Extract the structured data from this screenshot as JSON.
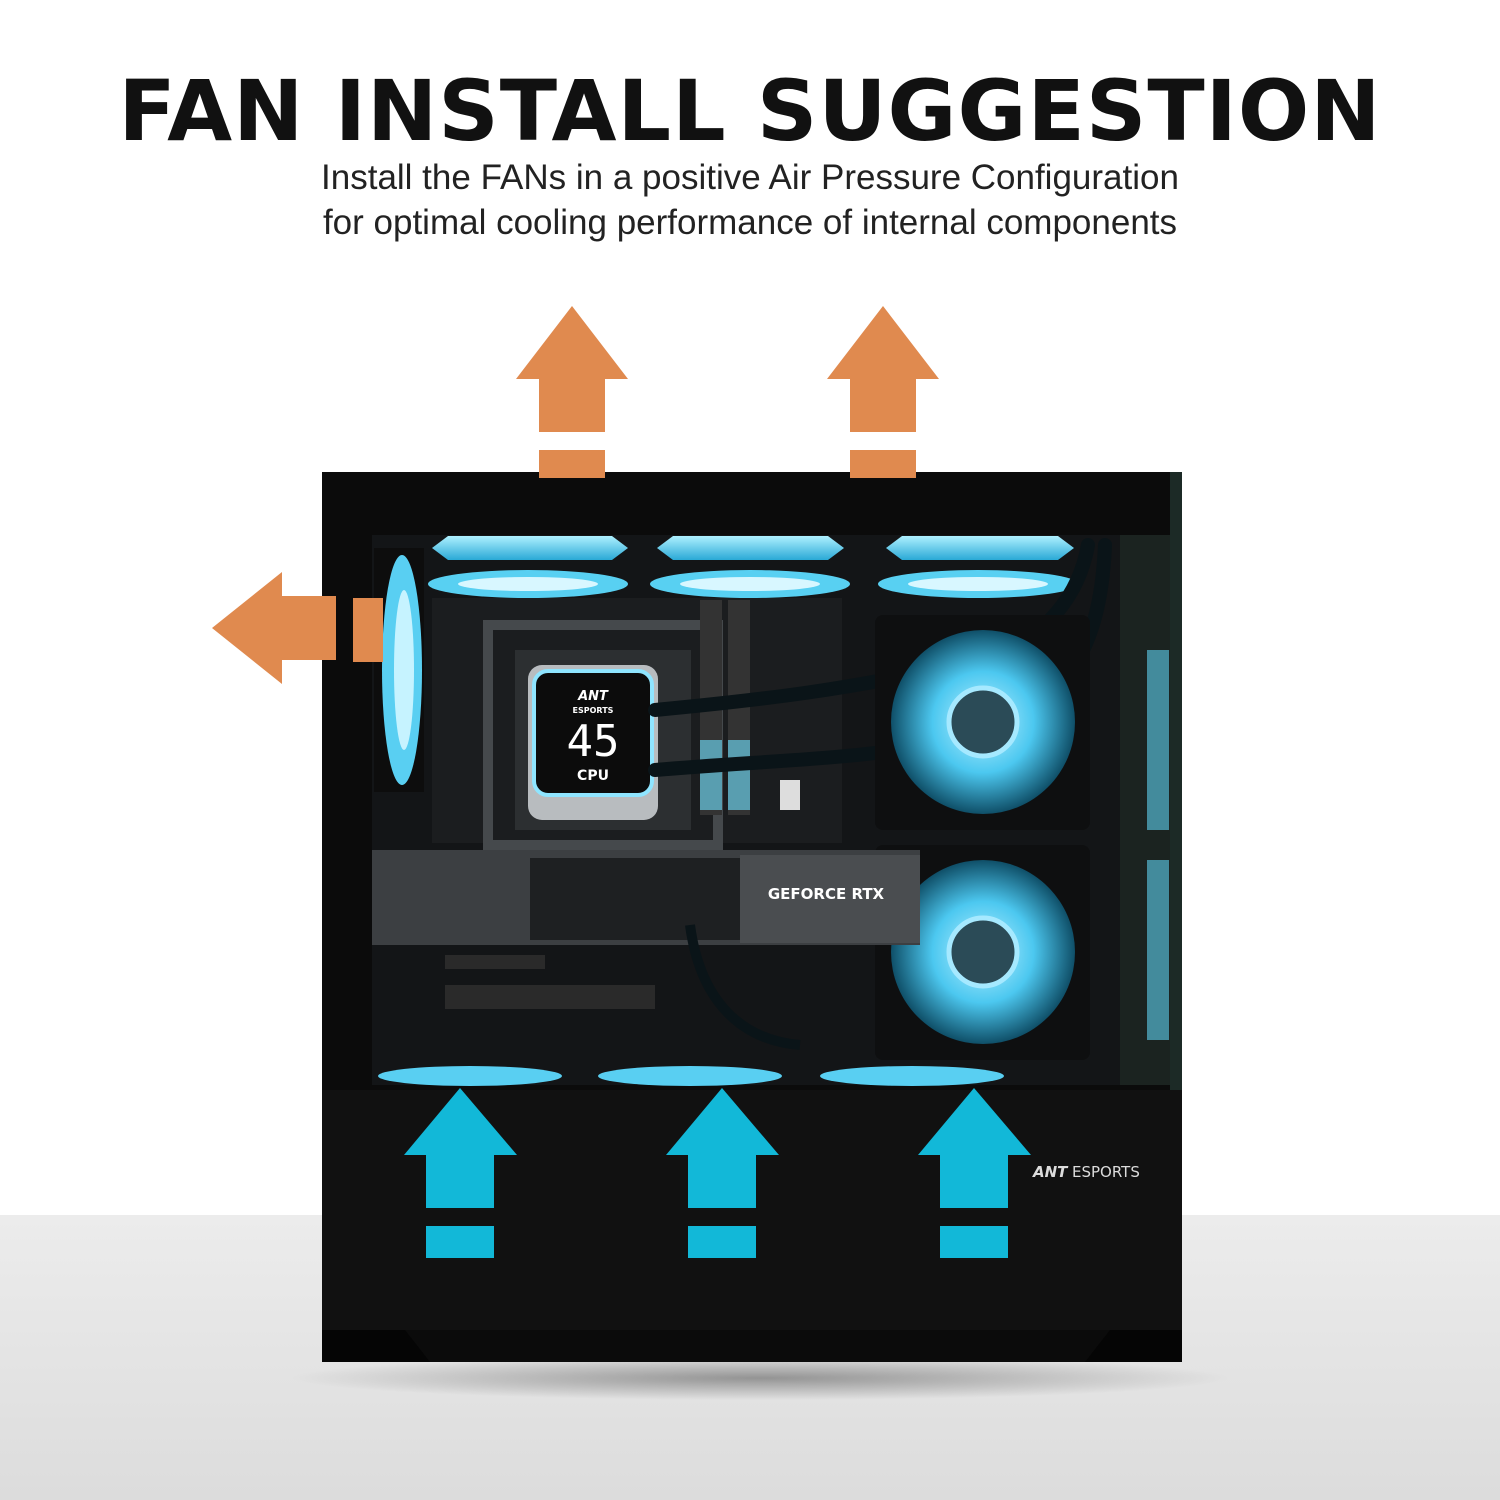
{
  "header": {
    "title": "FAN INSTALL SUGGESTION",
    "subtitle_line1": "Install the FANs in a positive Air Pressure Configuration",
    "subtitle_line2": "for optimal cooling performance of internal components"
  },
  "case": {
    "cooler_brand_line1": "ANT",
    "cooler_brand_line2": "ESPORTS",
    "cooler_temp": "45",
    "cooler_label": "CPU",
    "gpu_label": "GEFORCE RTX",
    "front_logo_mark": "ANT",
    "front_logo_text": "ESPORTS"
  },
  "colors": {
    "exhaust_arrow": "#e08a4f",
    "intake_arrow": "#12b8d8",
    "fan_glow": "#5fd4f5",
    "case_body": "#0b0b0b"
  }
}
